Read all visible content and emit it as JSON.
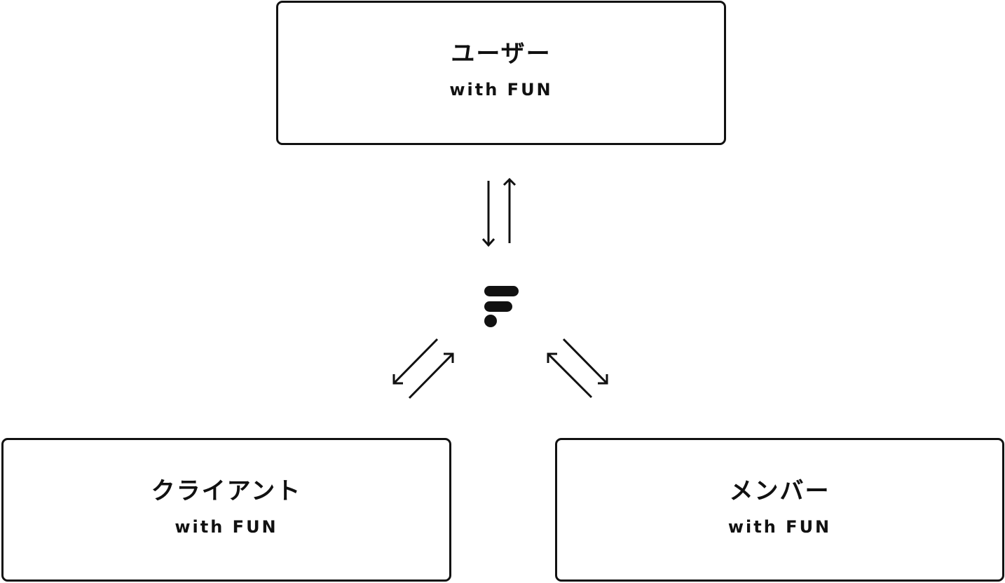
{
  "nodes": {
    "user": {
      "title": "ユーザー",
      "subtitle": "with FUN"
    },
    "client": {
      "title": "クライアント",
      "subtitle": "with FUN"
    },
    "member": {
      "title": "メンバー",
      "subtitle": "with FUN"
    }
  },
  "center": {
    "icon": "fun-logo-icon"
  },
  "colors": {
    "stroke": "#111111",
    "background": "#ffffff"
  }
}
